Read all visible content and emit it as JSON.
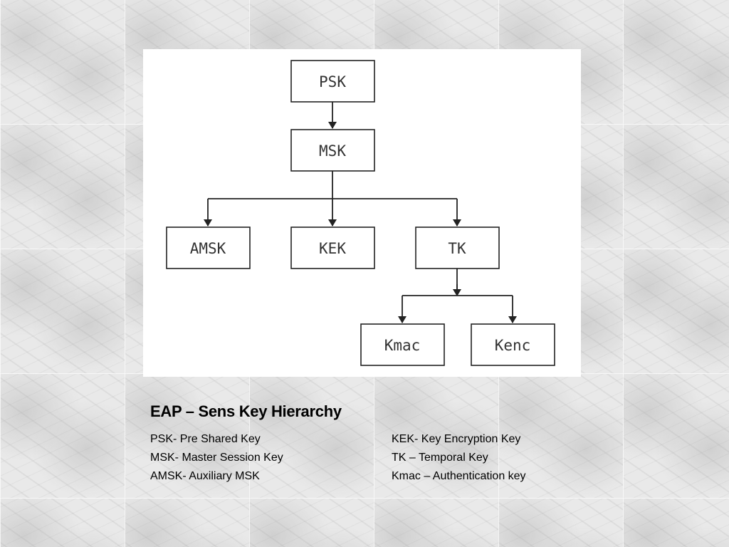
{
  "diagram": {
    "nodes": {
      "psk": "PSK",
      "msk": "MSK",
      "amsk": "AMSK",
      "kek": "KEK",
      "tk": "TK",
      "kmac": "Kmac",
      "kenc": "Kenc"
    },
    "edges": [
      [
        "PSK",
        "MSK"
      ],
      [
        "MSK",
        "AMSK"
      ],
      [
        "MSK",
        "KEK"
      ],
      [
        "MSK",
        "TK"
      ],
      [
        "TK",
        "Kmac"
      ],
      [
        "TK",
        "Kenc"
      ]
    ]
  },
  "caption": {
    "title": "EAP – Sens Key Hierarchy",
    "legend_left": [
      "PSK- Pre Shared Key",
      "MSK- Master Session Key",
      "AMSK- Auxiliary MSK"
    ],
    "legend_right": [
      "KEK- Key Encryption Key",
      "TK – Temporal  Key",
      "Kmac – Authentication key"
    ]
  }
}
